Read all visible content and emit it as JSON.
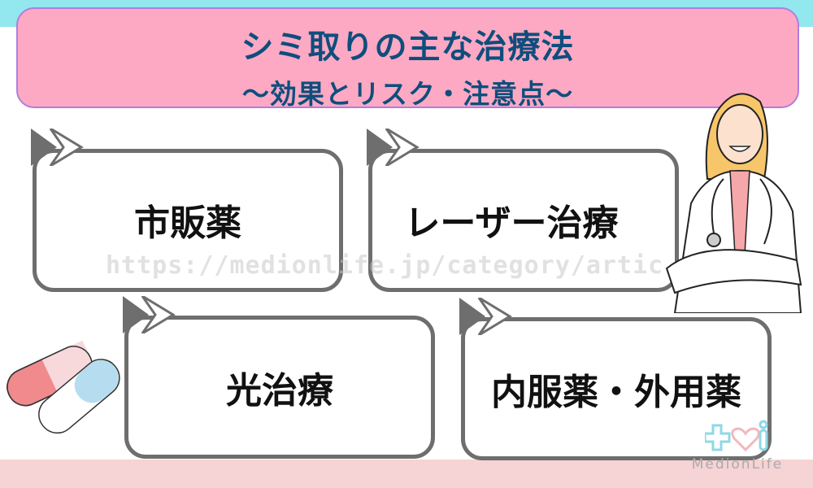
{
  "header": {
    "title": "シミ取りの主な治療法",
    "subtitle": "〜効果とリスク・注意点〜"
  },
  "cards": [
    {
      "label": "市販薬"
    },
    {
      "label": "レーザー治療"
    },
    {
      "label": "光治療"
    },
    {
      "label": "内服薬・外用薬"
    }
  ],
  "watermark": "https://medionlife.jp/category/artic",
  "logo": {
    "text": "MedionLife"
  },
  "colors": {
    "banner": "#fda9c4",
    "title": "#0f4e7c",
    "top_band": "#93e7ee",
    "bottom_band": "#f6d3d4"
  }
}
